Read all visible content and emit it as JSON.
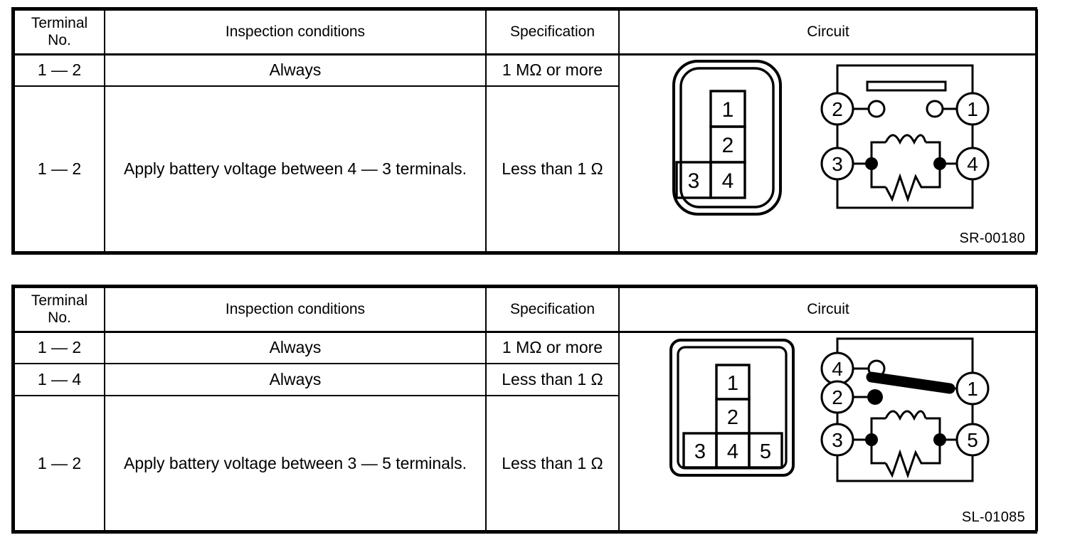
{
  "document": {
    "type": "service-manual-inspection-tables",
    "table_count": 2
  },
  "tables": [
    {
      "id": "relay-4-pin-table",
      "headers": {
        "terminal": "Terminal\nNo.",
        "terminal_line1": "Terminal",
        "terminal_line2": "No.",
        "conditions": "Inspection conditions",
        "specification": "Specification",
        "circuit": "Circuit"
      },
      "rows": [
        {
          "terminal": "1 — 2",
          "condition": "Always",
          "specification": "1 MΩ or more"
        },
        {
          "terminal": "1 — 2",
          "condition": "Apply battery voltage between 4 — 3 terminals.",
          "specification": "Less than 1 Ω"
        }
      ],
      "diagram": {
        "id_label": "SR-00180",
        "connector": {
          "shape": "rounded-rectangle-double-outline",
          "pins": [
            {
              "label": "1",
              "row": "top",
              "col": "center"
            },
            {
              "label": "2",
              "row": "middle",
              "col": "center"
            },
            {
              "label": "3",
              "row": "bottom",
              "col": "left"
            },
            {
              "label": "4",
              "row": "bottom",
              "col": "right"
            }
          ]
        },
        "schematic": {
          "terminals": [
            {
              "label": "2",
              "position": "top-left"
            },
            {
              "label": "1",
              "position": "top-right"
            },
            {
              "label": "3",
              "position": "bottom-left"
            },
            {
              "label": "4",
              "position": "bottom-right"
            }
          ],
          "switch_state": "open",
          "contacts": [
            "hollow",
            "hollow"
          ],
          "coil": "3-turn inductor",
          "resistor": "zigzag resistor parallel to coil",
          "junction_dots": 2
        }
      }
    },
    {
      "id": "relay-5-pin-table",
      "headers": {
        "terminal": "Terminal\nNo.",
        "terminal_line1": "Terminal",
        "terminal_line2": "No.",
        "conditions": "Inspection conditions",
        "specification": "Specification",
        "circuit": "Circuit"
      },
      "rows": [
        {
          "terminal": "1 — 2",
          "condition": "Always",
          "specification": "1 MΩ or more"
        },
        {
          "terminal": "1 — 4",
          "condition": "Always",
          "specification": "Less than 1 Ω"
        },
        {
          "terminal": "1 — 2",
          "condition": "Apply battery voltage between 3 — 5 terminals.",
          "specification": "Less than 1 Ω"
        }
      ],
      "diagram": {
        "id_label": "SL-01085",
        "connector": {
          "shape": "rounded-square-double-outline",
          "pins": [
            {
              "label": "1",
              "row": "top",
              "col": "center"
            },
            {
              "label": "2",
              "row": "middle",
              "col": "center"
            },
            {
              "label": "3",
              "row": "bottom",
              "col": "left"
            },
            {
              "label": "4",
              "row": "bottom",
              "col": "center"
            },
            {
              "label": "5",
              "row": "bottom",
              "col": "right"
            }
          ]
        },
        "schematic": {
          "terminals": [
            {
              "label": "4",
              "position": "upper-left"
            },
            {
              "label": "2",
              "position": "mid-left"
            },
            {
              "label": "1",
              "position": "right"
            },
            {
              "label": "3",
              "position": "bottom-left"
            },
            {
              "label": "5",
              "position": "bottom-right"
            }
          ],
          "switch_state": "closed-to-terminal-1",
          "contacts": [
            "hollow",
            "filled"
          ],
          "coil": "3-turn inductor",
          "resistor": "zigzag resistor parallel to coil",
          "junction_dots": 2
        }
      }
    }
  ],
  "colors": {
    "ink": "#000000",
    "paper": "#ffffff"
  }
}
